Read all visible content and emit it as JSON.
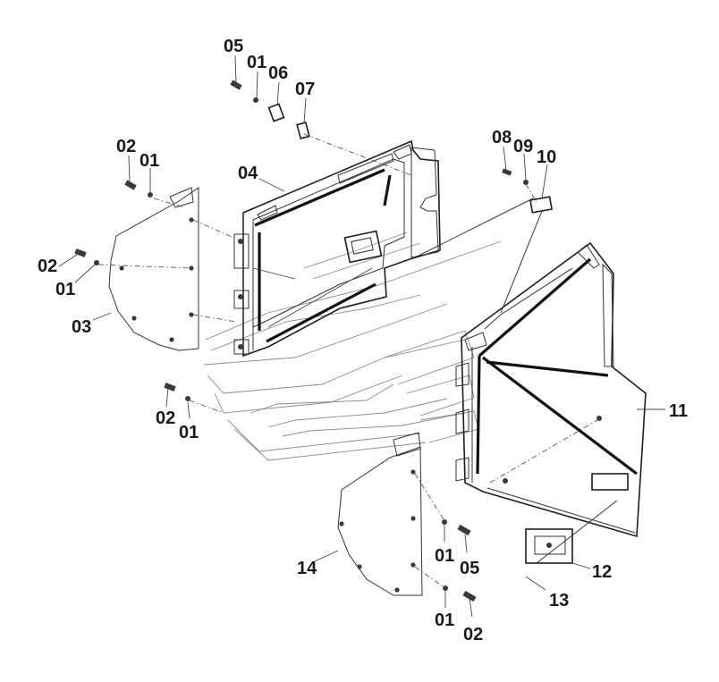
{
  "diagram": {
    "callouts": {
      "c05_top": "05",
      "c01_top": "01",
      "c06": "06",
      "c07": "07",
      "c02_upperleft": "02",
      "c01_upperleft": "01",
      "c04": "04",
      "c08": "08",
      "c09": "09",
      "c10": "10",
      "c02_left": "02",
      "c01_left": "01",
      "c03": "03",
      "c02_lower": "02",
      "c01_lower": "01",
      "c11": "11",
      "c01_right_mid": "01",
      "c05_right_mid": "05",
      "c14": "14",
      "c12": "12",
      "c13": "13",
      "c01_bottom": "01",
      "c02_bottom": "02"
    }
  }
}
